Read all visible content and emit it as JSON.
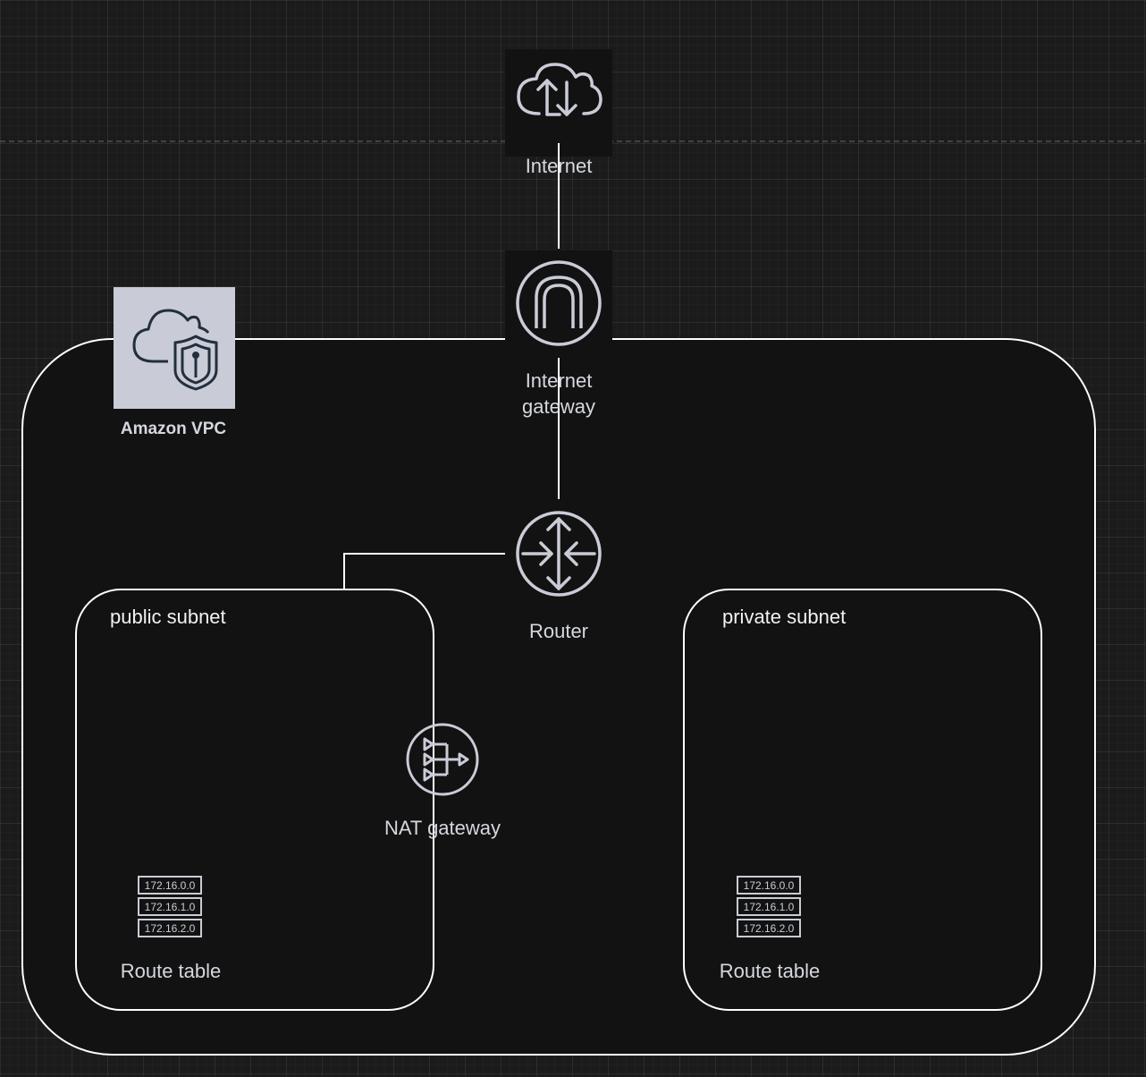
{
  "diagram": {
    "internet": {
      "label": "Internet"
    },
    "internet_gateway": {
      "label_line1": "Internet",
      "label_line2": "gateway"
    },
    "vpc": {
      "label": "Amazon VPC"
    },
    "router": {
      "label": "Router"
    },
    "nat_gateway": {
      "label": "NAT gateway"
    },
    "public_subnet": {
      "label": "public subnet",
      "route_table": {
        "label": "Route table",
        "entries": [
          "172.16.0.0",
          "172.16.1.0",
          "172.16.2.0"
        ]
      }
    },
    "private_subnet": {
      "label": "private subnet",
      "route_table": {
        "label": "Route table",
        "entries": [
          "172.16.0.0",
          "172.16.1.0",
          "172.16.2.0"
        ]
      }
    }
  },
  "colors": {
    "canvas": "#1b1b1b",
    "container_fill": "#121212",
    "stroke": "#ffffff",
    "icon": "#c9ccd6",
    "vpc_badge": "#c9ccd6",
    "vpc_icon": "#232f3e"
  }
}
